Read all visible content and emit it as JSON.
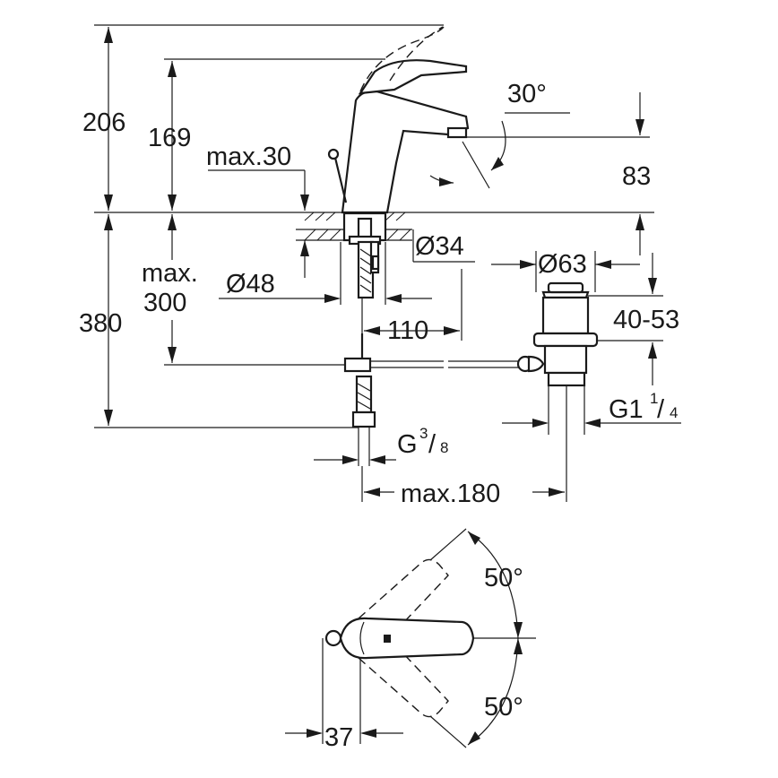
{
  "dimensions": {
    "height_total": "206",
    "height_spout": "169",
    "spout_reach": "83",
    "swivel_angle": "30°",
    "deck_max": "max.30",
    "hole_diameter": "Ø34",
    "base_diameter": "Ø48",
    "below_max_line1": "max.",
    "below_max_line2": "300",
    "below_total": "380",
    "offset": "110",
    "waste_diameter": "Ø63",
    "waste_range": "40-53",
    "waste_thread_main": "G1",
    "waste_thread_num": "1",
    "waste_thread_den": "4",
    "supply_thread_main": "G",
    "supply_thread_num": "3",
    "supply_thread_den": "8",
    "max_180": "max.180",
    "lever_angle_up": "50°",
    "lever_angle_down": "50°",
    "lever_offset": "37"
  }
}
